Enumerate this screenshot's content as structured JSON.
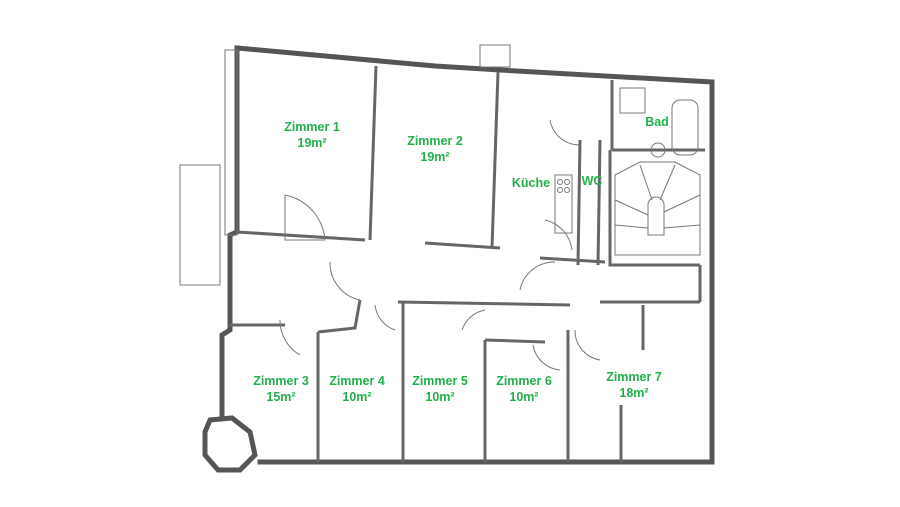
{
  "rooms": [
    {
      "name": "Zimmer 1",
      "area": "19m²"
    },
    {
      "name": "Zimmer 2",
      "area": "19m²"
    },
    {
      "name": "Küche",
      "area": ""
    },
    {
      "name": "WC",
      "area": ""
    },
    {
      "name": "Bad",
      "area": ""
    },
    {
      "name": "Zimmer 3",
      "area": "15m²"
    },
    {
      "name": "Zimmer 4",
      "area": "10m²"
    },
    {
      "name": "Zimmer 5",
      "area": "10m²"
    },
    {
      "name": "Zimmer 6",
      "area": "10m²"
    },
    {
      "name": "Zimmer 7",
      "area": "18m²"
    }
  ],
  "colors": {
    "label": "#22b04b",
    "wall": "#555555"
  }
}
